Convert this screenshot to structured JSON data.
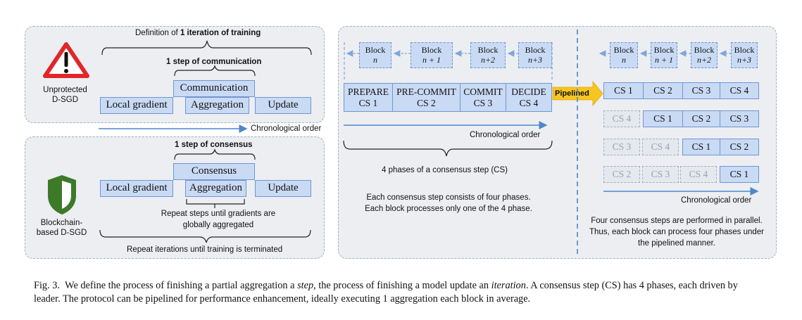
{
  "left_top": {
    "definition_prefix": "Definition of ",
    "definition_bold": "1 iteration of training",
    "step_comm": "1 step of communication",
    "local_gradient": "Local gradient",
    "communication": "Communication",
    "aggregation": "Aggregation",
    "update": "Update",
    "title_line1": "Unprotected",
    "title_line2": "D-SGD",
    "chronological": "Chronological order"
  },
  "left_bottom": {
    "step_consensus": "1 step of consensus",
    "local_gradient": "Local gradient",
    "consensus": "Consensus",
    "aggregation": "Aggregation",
    "update": "Update",
    "repeat_steps_1": "Repeat steps until gradients are",
    "repeat_steps_2": "globally aggregated",
    "repeat_iterations": "Repeat iterations until training is terminated",
    "title_line1": "Blockchain-",
    "title_line2": "based D-SGD"
  },
  "middle": {
    "blocks": [
      {
        "top": "Block",
        "bottom": "n"
      },
      {
        "top": "Block",
        "bottom": "n + 1"
      },
      {
        "top": "Block",
        "bottom": "n+2"
      },
      {
        "top": "Block",
        "bottom": "n+3"
      }
    ],
    "phases": [
      {
        "name": "PREPARE",
        "cs": "CS 1"
      },
      {
        "name": "PRE-COMMIT",
        "cs": "CS 2"
      },
      {
        "name": "COMMIT",
        "cs": "CS 3"
      },
      {
        "name": "DECIDE",
        "cs": "CS 4"
      }
    ],
    "chronological": "Chronological order",
    "four_phases": "4 phases of a consensus step (CS)",
    "note_1": "Each consensus step consists of four phases.",
    "note_2": "Each block processes only one of the 4 phase."
  },
  "pipelined_label": "Pipelined",
  "right": {
    "blocks": [
      {
        "top": "Block",
        "bottom": "n"
      },
      {
        "top": "Block",
        "bottom": "n + 1"
      },
      {
        "top": "Block",
        "bottom": "n+2"
      },
      {
        "top": "Block",
        "bottom": "n+3"
      }
    ],
    "rows": [
      [
        "CS 1",
        "CS 2",
        "CS 3",
        "CS 4"
      ],
      [
        "CS 4",
        "CS 1",
        "CS 2",
        "CS 3"
      ],
      [
        "CS 3",
        "CS 4",
        "CS 1",
        "CS 2"
      ],
      [
        "CS 2",
        "CS 3",
        "CS 4",
        "CS 1"
      ]
    ],
    "chronological": "Chronological order",
    "note_1": "Four consensus steps are performed in parallel.",
    "note_2": "Thus, each block can process four phases under",
    "note_3": "the pipelined manner."
  },
  "caption": {
    "fig": "Fig. 3.",
    "t1": "We define the process of finishing a partial aggregation a ",
    "step": "step",
    "t2": ", the process of finishing a model update an ",
    "iteration": "iteration",
    "t3": ". A consensus step (CS) has 4 phases, each driven by leader. The protocol can be pipelined for performance enhancement, ideally executing 1 aggregation each block in average."
  },
  "colors": {
    "box_fill": "#c9daf4",
    "box_border": "#6f96d2",
    "panel_fill": "#eceef2",
    "arrow_blue": "#4f86cc",
    "warning_red": "#e0262a",
    "shield_green": "#3d7a28",
    "pipelined_yellow": "#f7c521"
  }
}
